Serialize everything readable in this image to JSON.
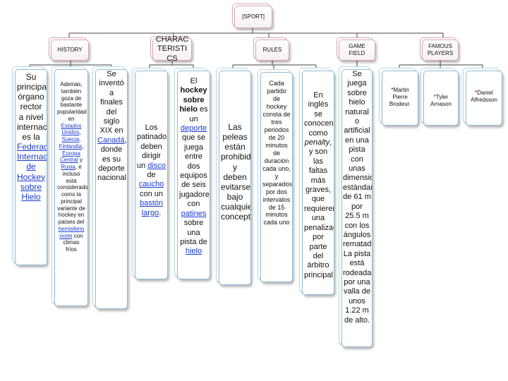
{
  "root": {
    "label": "[SPORT]"
  },
  "categories": [
    {
      "id": "history",
      "label": "HISTORY"
    },
    {
      "id": "characteristics",
      "label": "CHARACTERISTICS"
    },
    {
      "id": "rules",
      "label": "RULES"
    },
    {
      "id": "game_field",
      "label": "GAME FIELD"
    },
    {
      "id": "famous_players",
      "label": "FAMOUS PLAYERS"
    }
  ],
  "history": {
    "leaf1": {
      "pre": "Su principal órgano rector a nivel internacional es la ",
      "link": "Federación Internacional de Hockey sobre Hielo"
    },
    "leaf2": {
      "t1": "Además, también goza de bastante popularidad en ",
      "l1": "Estados Unidos",
      "t2": ", ",
      "l2": "Suecia",
      "t3": ", ",
      "l3": "Finlandia",
      "t4": ", ",
      "l4": "Europa Central",
      "t5": " y ",
      "l5": "Rusia",
      "t6": ", e incluso está considerado como la principal variante de hockey en países del ",
      "l6": "hemisferio norte",
      "t7": " con climas fríos"
    },
    "leaf3": {
      "t1": "Se inventó a finales del siglo XIX en ",
      "l1": "Canadá",
      "t2": ", donde es su deporte nacional."
    }
  },
  "characteristics": {
    "leaf1": {
      "t1": "Los patinadores deben dirigir un ",
      "l1": "disco",
      "t2": " de ",
      "l2": "caucho",
      "t3": " con un ",
      "l3": "bastón largo",
      "t4": "."
    },
    "leaf2": {
      "t1": "El ",
      "b1": "hockey sobre hielo",
      "t2": " es un ",
      "l1": "deporte",
      "t3": " que se juega entre dos equipos de seis jugadores con ",
      "l2": "patines",
      "t4": " sobre una pista de ",
      "l3": "hielo"
    }
  },
  "rules": {
    "leaf1": "Las peleas están prohibidas y deben evitarse bajo cualquier concepto.",
    "leaf2": "Cada partido de hockey consta de tres periodos de 20 minutos de duración cada uno, y separados por dos intervalos de 15 minutos cada uno",
    "leaf3": {
      "t1": "En inglés se conocen como ",
      "i1": "penalty",
      "t2": ", y son las faltas más graves, que requieren una penalización por parte del árbitro principal"
    }
  },
  "game_field": {
    "leaf1": "Se juega sobre hielo natural o artificial en una pista con unas dimensiones estándar de 61 m por 25.5 m con los ángulos rematados. La pista está rodeada por una valla de unos 1.22 m de alto."
  },
  "famous_players": {
    "leaf1": "*Martin Pierre Brodeur.",
    "leaf2": "*Tyler Arnason",
    "leaf3": "*Daniel Alfredsson"
  }
}
